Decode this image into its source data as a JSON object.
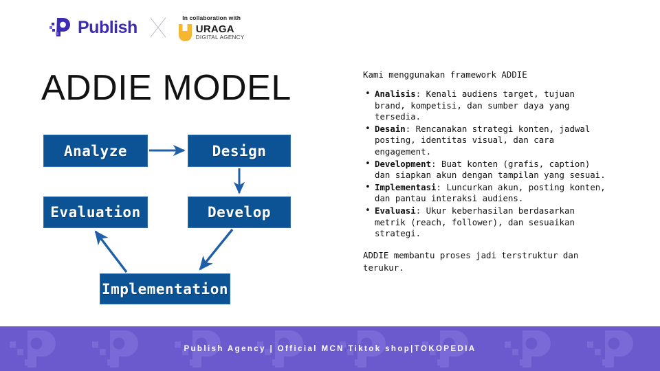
{
  "header": {
    "publish_logo": {
      "icon": "publish-p-logo-icon",
      "wordmark": "Publish"
    },
    "divider_icon": "x-collaboration-icon",
    "collaboration": {
      "label": "In collaboration with",
      "partner_icon": "uraga-shield-icon",
      "partner_name": "URAGA",
      "partner_tagline": "DIGITAL AGENCY"
    }
  },
  "left": {
    "title": "ADDIE MODEL",
    "nodes": [
      {
        "id": "analyze",
        "label": "Analyze"
      },
      {
        "id": "design",
        "label": "Design"
      },
      {
        "id": "evaluation",
        "label": "Evaluation"
      },
      {
        "id": "develop",
        "label": "Develop"
      },
      {
        "id": "implementation",
        "label": "Implementation"
      }
    ]
  },
  "right": {
    "intro": "Kami menggunakan framework ADDIE",
    "bullets": [
      {
        "term": "Analisis",
        "rest": ": Kenali audiens target, tujuan brand, kompetisi, dan sumber daya yang tersedia."
      },
      {
        "term": "Desain",
        "rest": ": Rencanakan strategi konten, jadwal posting, identitas visual, dan cara engagement."
      },
      {
        "term": "Development",
        "rest": ": Buat konten (grafis, caption) dan siapkan akun dengan tampilan yang sesuai."
      },
      {
        "term": "Implementasi",
        "rest": ": Luncurkan akun, posting konten, dan pantau interaksi audiens."
      },
      {
        "term": "Evaluasi",
        "rest": ": Ukur keberhasilan berdasarkan metrik (reach, follower), dan sesuaikan strategi."
      }
    ],
    "outro": "ADDIE membantu proses jadi terstruktur dan terukur."
  },
  "footer": {
    "text": "Publish Agency | Official MCN Tiktok shop|TOKOPEDIA"
  },
  "colors": {
    "node_blue": "#0b5394",
    "node_border": "#2f6fb0",
    "arrow_blue": "#1f5fa8",
    "footer_purple": "#6a5acd",
    "brand_purple": "#3b2bb5",
    "accent_yellow": "#f5b731"
  }
}
